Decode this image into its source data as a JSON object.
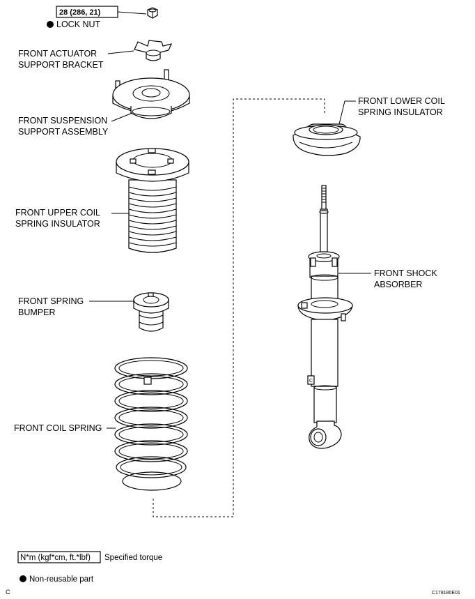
{
  "torque": {
    "value": "28 (286, 21)"
  },
  "lock_nut": {
    "label": "LOCK NUT"
  },
  "parts": {
    "actuator_bracket": [
      "FRONT ACTUATOR",
      "SUPPORT BRACKET"
    ],
    "suspension_support": [
      "FRONT SUSPENSION",
      "SUPPORT ASSEMBLY"
    ],
    "upper_insulator": [
      "FRONT UPPER COIL",
      "SPRING INSULATOR"
    ],
    "spring_bumper": [
      "FRONT SPRING",
      "BUMPER"
    ],
    "coil_spring": [
      "FRONT COIL SPRING"
    ],
    "lower_insulator": [
      "FRONT LOWER COIL",
      "SPRING INSULATOR"
    ],
    "shock_absorber": [
      "FRONT SHOCK",
      "ABSORBER"
    ]
  },
  "legend": {
    "torque_box": "N*m (kgf*cm, ft.*lbf)",
    "torque_text": "Specified torque",
    "nonreusable_text": "Non-reusable part"
  },
  "footer": {
    "left_code": "C",
    "figure_id": "C178180E01"
  }
}
